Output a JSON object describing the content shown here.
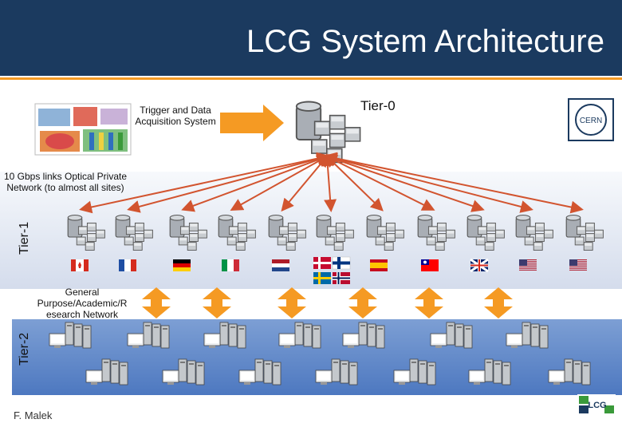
{
  "header": {
    "title": "LCG System Architecture"
  },
  "trigger_label": "Trigger and Data Acquisition System",
  "tier0_label": "Tier-0",
  "tier1_label": "Tier-1",
  "tier2_label": "Tier-2",
  "links_label": "10 Gbps links Optical Private Network (to almost all sites)",
  "general_label": "General Purpose/Academic/R esearch Network",
  "author": "F. Malek",
  "cern_logo_text": "CERN",
  "lcg_logo_text": "LCG",
  "tier1_sites": [
    {
      "name": "canada-site",
      "flag": "canada"
    },
    {
      "name": "france-site",
      "flag": "france"
    },
    {
      "name": "germany-site",
      "flag": "germany"
    },
    {
      "name": "italy-site",
      "flag": "italy"
    },
    {
      "name": "netherlands-site",
      "flag": "netherlands"
    },
    {
      "name": "nordic-site",
      "flag": "nordic"
    },
    {
      "name": "spain-site",
      "flag": "spain"
    },
    {
      "name": "taiwan-site",
      "flag": "taiwan"
    },
    {
      "name": "uk-site",
      "flag": "uk"
    },
    {
      "name": "usa-site-1",
      "flag": "usa"
    },
    {
      "name": "usa-site-2",
      "flag": "usa"
    }
  ],
  "colors": {
    "header": "#1b3a5f",
    "accent": "#f59a23",
    "tier2_band": "#5a82c6"
  }
}
